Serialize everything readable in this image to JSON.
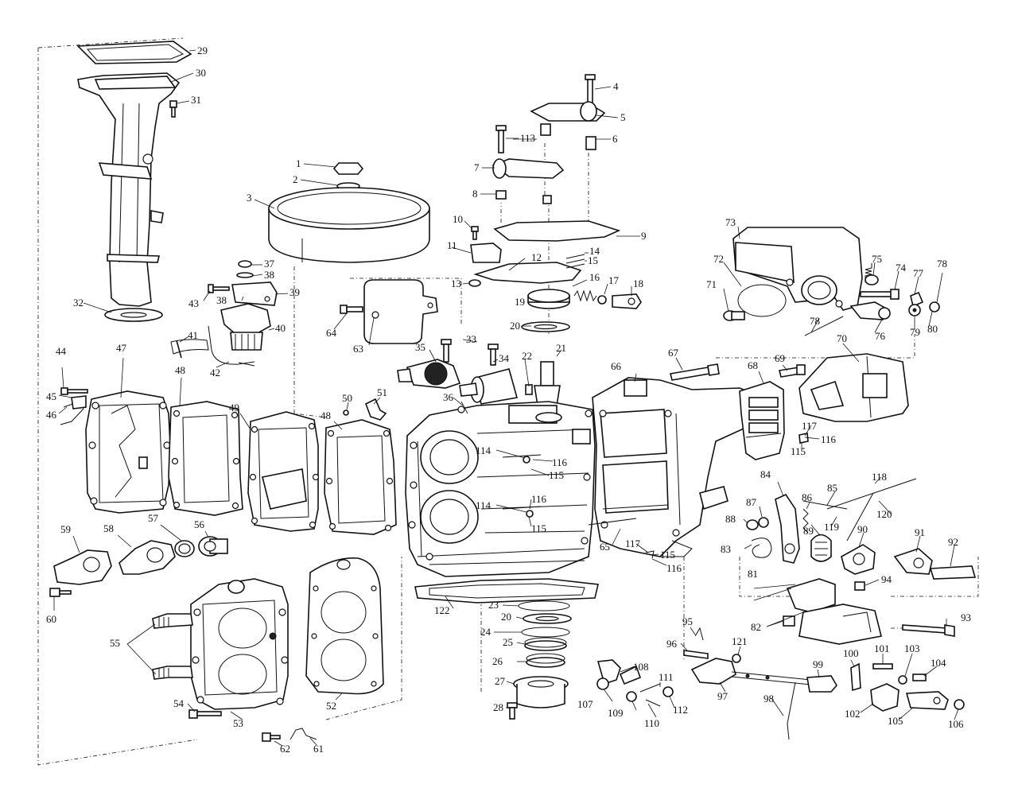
{
  "labels": [
    "1",
    "2",
    "3",
    "4",
    "5",
    "6",
    "7",
    "8",
    "9",
    "10",
    "11",
    "12",
    "13",
    "14",
    "15",
    "16",
    "17",
    "18",
    "19",
    "20",
    "21",
    "22",
    "23",
    "24",
    "25",
    "26",
    "27",
    "28",
    "29",
    "30",
    "31",
    "32",
    "33",
    "34",
    "35",
    "36",
    "37",
    "38",
    "39",
    "40",
    "41",
    "42",
    "43",
    "44",
    "45",
    "46",
    "47",
    "48",
    "49",
    "50",
    "51",
    "52",
    "53",
    "54",
    "55",
    "56",
    "57",
    "58",
    "59",
    "60",
    "61",
    "62",
    "63",
    "64",
    "65",
    "66",
    "67",
    "68",
    "69",
    "70",
    "71",
    "72",
    "73",
    "74",
    "75",
    "76",
    "77",
    "78",
    "79",
    "80",
    "81",
    "82",
    "83",
    "84",
    "85",
    "86",
    "87",
    "88",
    "89",
    "90",
    "91",
    "92",
    "93",
    "94",
    "95",
    "96",
    "97",
    "98",
    "99",
    "100",
    "101",
    "102",
    "103",
    "104",
    "105",
    "106",
    "107",
    "108",
    "109",
    "110",
    "111",
    "112",
    "113",
    "114",
    "115",
    "116",
    "117",
    "118",
    "119",
    "120",
    "121",
    "122"
  ]
}
